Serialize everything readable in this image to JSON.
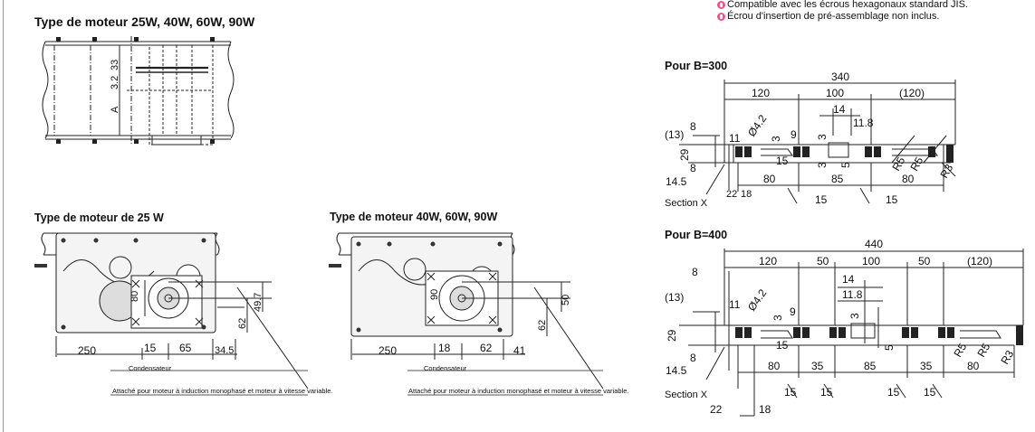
{
  "notes": [
    "Compatible avec les écrous hexagonaux standard JIS.",
    "Écrou d'insertion de pré-assemblage non inclus."
  ],
  "top_section": {
    "title": "Type de moteur 25W, 40W, 60W, 90W",
    "dims": [
      "33",
      "3.2",
      "A"
    ]
  },
  "motor25": {
    "title": "Type de moteur de 25 W",
    "dims": {
      "d80": "80",
      "d49_7": "49.7",
      "d62": "62",
      "d250": "250",
      "d15": "15",
      "d65": "65",
      "d34_5": "34.5"
    },
    "capacitor": "Condensateur",
    "attach_note": "Attaché pour moteur à induction monophasé et moteur à vitesse variable."
  },
  "motor40": {
    "title": "Type de moteur 40W, 60W, 90W",
    "dims": {
      "d90": "90",
      "d50": "50",
      "d62": "62",
      "d250": "250",
      "d18": "18",
      "d62b": "62",
      "d41": "41"
    },
    "capacitor": "Condensateur",
    "attach_note": "Attaché pour moteur à induction monophasé et moteur à vitesse variable."
  },
  "b300": {
    "title": "Pour B=300",
    "dims": {
      "d340": "340",
      "d120": "120",
      "d100": "100",
      "d120p": "(120)",
      "d14": "14",
      "d11_8": "11.8",
      "d11": "11",
      "phi": "Ø4.2",
      "d3a": "3",
      "d9": "9",
      "d3b": "3",
      "d13": "(13)",
      "d8a": "8",
      "d29": "29",
      "d8b": "8",
      "d14_5": "14.5",
      "d15a": "15",
      "d3c": "3",
      "d5": "5",
      "r5a": "R5",
      "r5b": "R5",
      "r3": "R3",
      "d80a": "80",
      "d85": "85",
      "d80b": "80",
      "d22": "22",
      "d18": "18",
      "d15b": "15",
      "d15c": "15"
    },
    "section_label": "Section X"
  },
  "b400": {
    "title": "Pour B=400",
    "dims": {
      "d440": "440",
      "d120": "120",
      "d50a": "50",
      "d100": "100",
      "d50b": "50",
      "d120p": "(120)",
      "d8a": "8",
      "d14": "14",
      "d11_8": "11.8",
      "d13": "(13)",
      "d11": "11",
      "phi": "Ø4.2",
      "d3a": "3",
      "d9": "9",
      "d3b": "3",
      "d29": "29",
      "d8b": "8",
      "d14_5": "14.5",
      "d15a": "15",
      "d5": "5",
      "r5a": "R5",
      "r5b": "R5",
      "r3": "R3",
      "d80a": "80",
      "d35a": "35",
      "d85": "85",
      "d35b": "35",
      "d80b": "80",
      "d15b": "15",
      "d15c": "15",
      "d15d": "15",
      "d15e": "15",
      "d22": "22",
      "d18": "18"
    },
    "section_label": "Section X"
  }
}
